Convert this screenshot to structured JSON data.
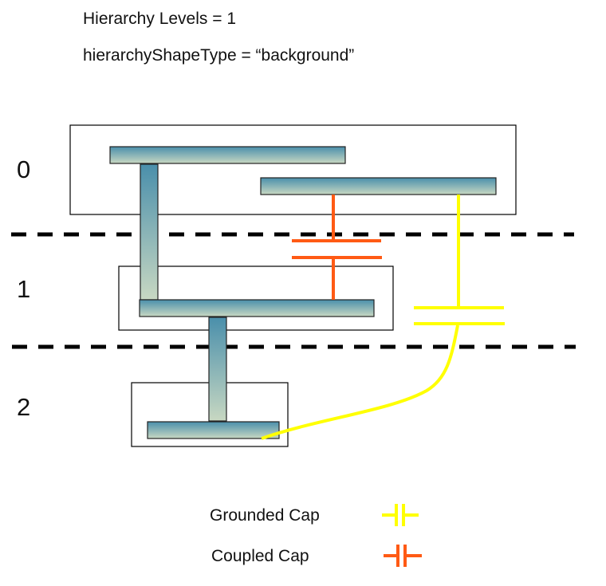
{
  "header": {
    "line1": "Hierarchy Levels = 1",
    "line2": "hierarchyShapeType = “background”"
  },
  "levels": [
    {
      "label": "0"
    },
    {
      "label": "1"
    },
    {
      "label": "2"
    }
  ],
  "colors": {
    "grounded_cap": "#ffff00",
    "coupled_cap": "#ff5a14",
    "wire_top": "#4a8fab",
    "wire_bottom": "#c8d8c2",
    "divider": "#000000",
    "box_border": "#000000"
  },
  "legend": [
    {
      "label": "Grounded Cap",
      "icon": "grounded-capacitor-icon",
      "color": "#ffff00"
    },
    {
      "label": "Coupled Cap",
      "icon": "coupled-capacitor-icon",
      "color": "#ff5a14"
    }
  ]
}
